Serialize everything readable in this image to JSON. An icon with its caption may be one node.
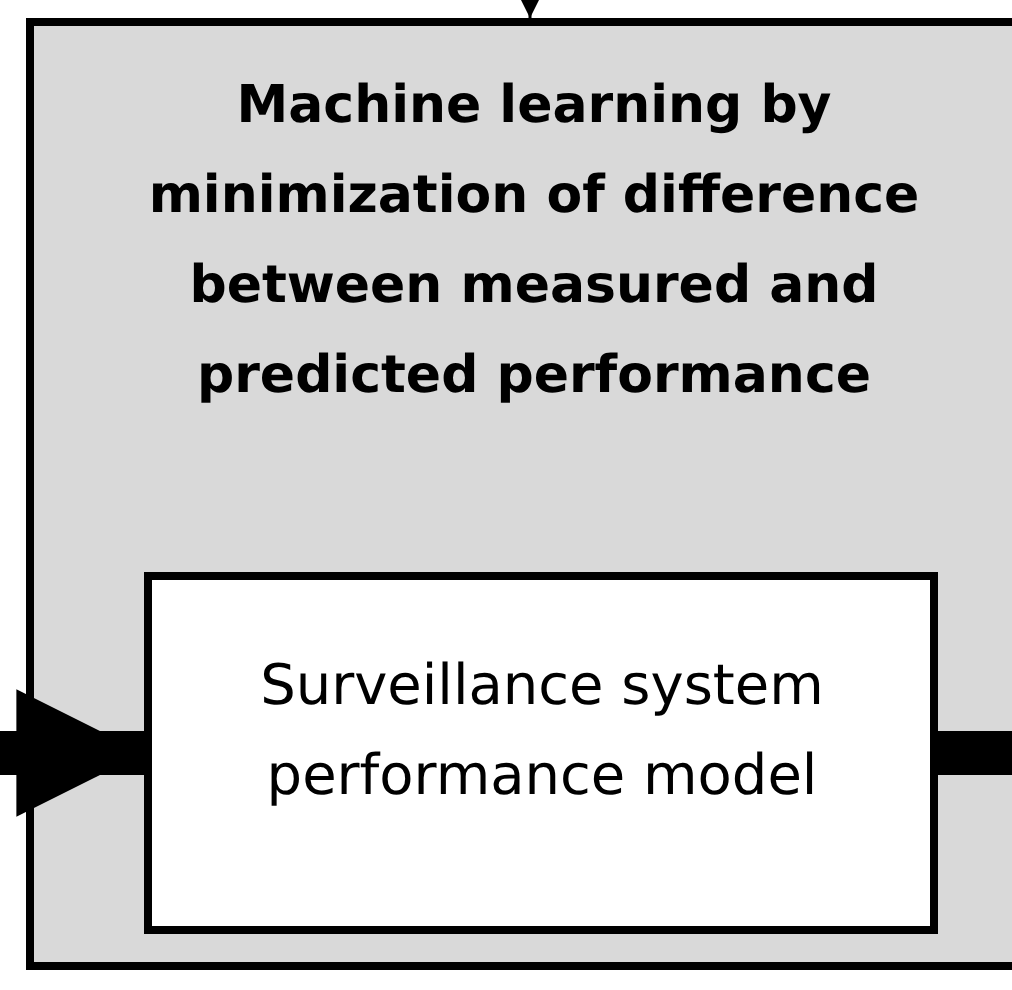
{
  "diagram": {
    "nodes": [
      {
        "text": [
          "Machine learning by minimization of difference between measured and predicted performance"
        ]
      },
      {
        "text": [
          "Surveillance system performance model"
        ],
        "in": 0
      }
    ],
    "edges": [
      {
        "from": null,
        "to": 0,
        "arrow": "to"
      },
      {
        "from": null,
        "to": 1,
        "arrow": "to"
      },
      {
        "from": 1,
        "to": null,
        "arrow": "none"
      }
    ]
  }
}
